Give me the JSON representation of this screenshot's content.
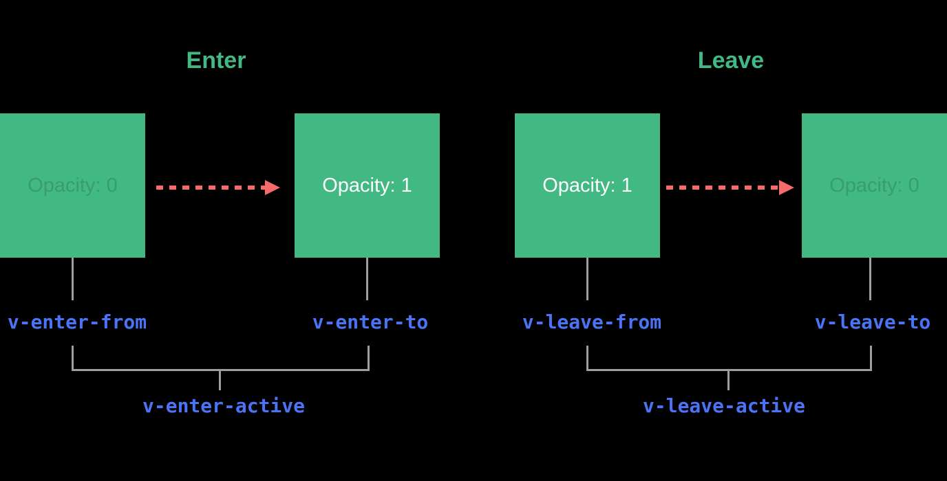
{
  "colors": {
    "background": "#000000",
    "box_green": "#42b883",
    "title_green": "#42b883",
    "class_label_blue": "#4a73f5",
    "arrow_red": "#f96a6a",
    "line_gray": "#9e9e9e",
    "box_text_light": "#ffffff"
  },
  "sections": [
    {
      "title": "Enter",
      "from_box_label": "Opacity: 0",
      "to_box_label": "Opacity: 1",
      "from_class": "v-enter-from",
      "to_class": "v-enter-to",
      "active_class": "v-enter-active"
    },
    {
      "title": "Leave",
      "from_box_label": "Opacity: 1",
      "to_box_label": "Opacity: 0",
      "from_class": "v-leave-from",
      "to_class": "v-leave-to",
      "active_class": "v-leave-active"
    }
  ]
}
